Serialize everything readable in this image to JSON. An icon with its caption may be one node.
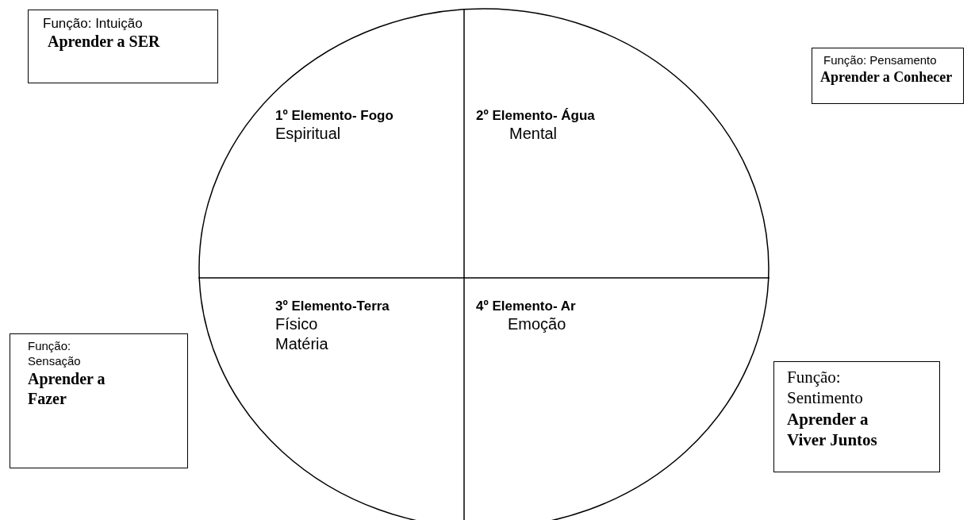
{
  "diagram": {
    "nodes": [
      {
        "text": [
          "Função: Intuição",
          "Aprender a SER"
        ]
      },
      {
        "text": [
          "Função: Pensamento",
          "Aprender a Conhecer"
        ]
      },
      {
        "text": [],
        "shape": "ellipse"
      },
      {
        "text": [
          "1º Elemento- Fogo",
          "Espiritual"
        ],
        "in": 2
      },
      {
        "text": [
          "2º Elemento- Água",
          "Mental"
        ],
        "in": 2
      },
      {
        "text": [
          "3º Elemento-Terra",
          "Físico Matéria"
        ],
        "in": 2
      },
      {
        "text": [
          "4º Elemento- Ar",
          "Emoção"
        ],
        "in": 2
      },
      {
        "text": [
          "Função: Sensação",
          "Aprender a Fazer"
        ]
      },
      {
        "text": [
          "Função: Sentimento",
          "Aprender a Viver Juntos"
        ]
      }
    ],
    "edges": []
  }
}
